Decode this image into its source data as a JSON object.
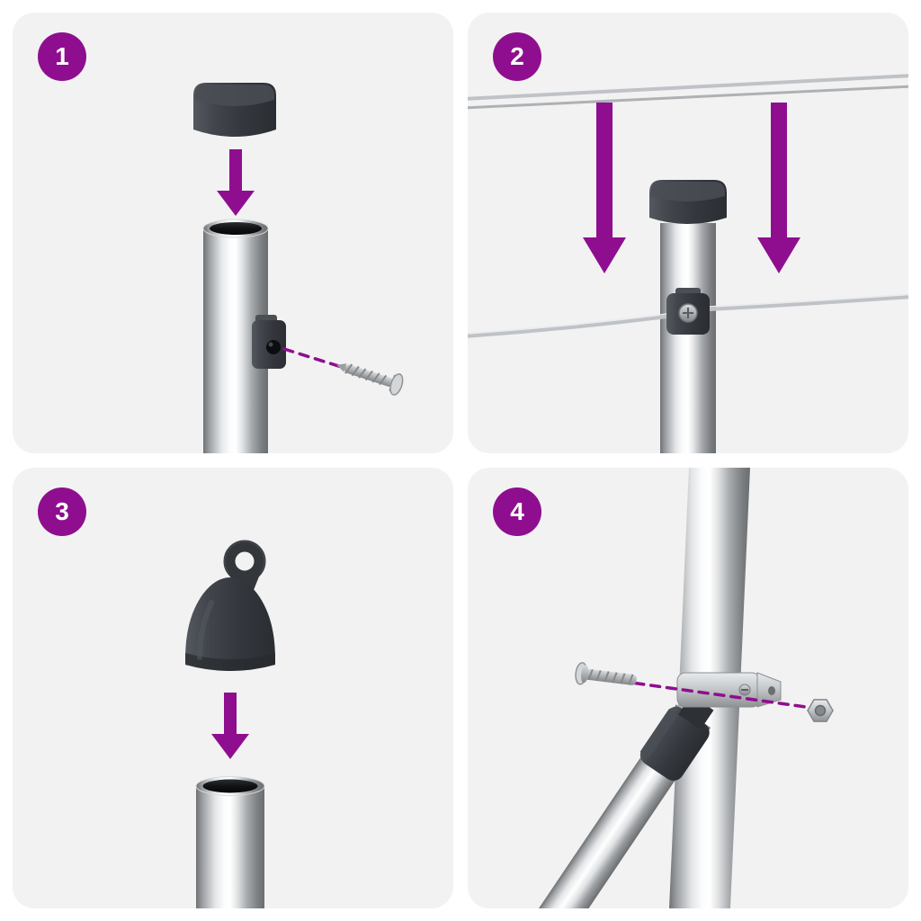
{
  "steps": [
    {
      "number": "1",
      "illustrations": [
        "post-cap",
        "down-arrow",
        "open-post",
        "wire-clip",
        "screw",
        "dashed-guide"
      ]
    },
    {
      "number": "2",
      "illustrations": [
        "top-wire",
        "down-arrow",
        "down-arrow",
        "capped-post",
        "wire-clip",
        "tension-wire"
      ]
    },
    {
      "number": "3",
      "illustrations": [
        "eyelet-cap",
        "down-arrow",
        "open-post"
      ]
    },
    {
      "number": "4",
      "illustrations": [
        "vertical-post",
        "brace-post",
        "post-clamp",
        "bolt",
        "dashed-guide",
        "nut"
      ]
    }
  ],
  "colors": {
    "accent": "#8F0E8F",
    "panel_bg": "#F2F2F2",
    "page_bg": "#FFFFFF",
    "cap_dark": "#33363C",
    "metal_light": "#FAFBFC",
    "metal_dark": "#6F7275",
    "wire": "#BFC2C6"
  }
}
